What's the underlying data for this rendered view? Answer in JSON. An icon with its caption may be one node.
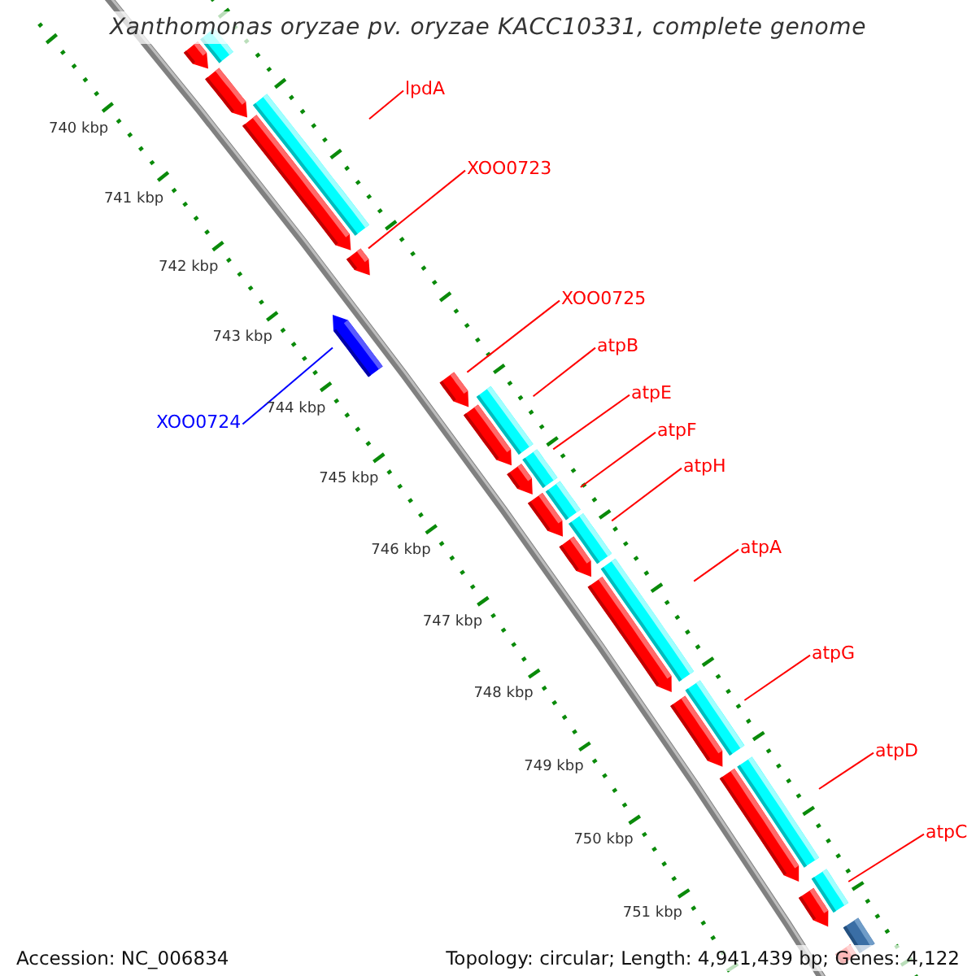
{
  "diagram": {
    "title": "Xanthomonas oryzae pv. oryzae KACC10331, complete genome",
    "nodes": [
      {
        "text": [
          "lpdA"
        ]
      },
      {
        "text": [
          "XOO0723"
        ]
      },
      {
        "text": [
          "XOO0725"
        ]
      },
      {
        "text": [
          "atpB"
        ]
      },
      {
        "text": [
          "atpE"
        ]
      },
      {
        "text": [
          "XOO0724"
        ]
      },
      {
        "text": [
          "atpF"
        ]
      },
      {
        "text": [
          "atpH"
        ]
      },
      {
        "text": [
          "atpA"
        ]
      },
      {
        "text": [
          "atpG"
        ]
      },
      {
        "text": [
          "atpD"
        ]
      },
      {
        "text": [
          "atpC"
        ]
      },
      {
        "text": [],
        "shape": "bar"
      },
      {
        "text": [],
        "shape": "bar"
      },
      {
        "text": [],
        "shape": "bar"
      },
      {
        "text": [],
        "shape": "bar"
      },
      {
        "text": [],
        "shape": "bar"
      },
      {
        "text": [],
        "shape": "bar"
      },
      {
        "text": [],
        "shape": "bar"
      },
      {
        "text": [],
        "shape": "bar"
      },
      {
        "text": [],
        "shape": "bar"
      },
      {
        "text": [],
        "shape": "bar"
      },
      {
        "text": [],
        "shape": "bar"
      },
      {
        "text": [],
        "shape": "bar"
      },
      {
        "text": [],
        "shape": "bar"
      },
      {
        "text": [],
        "shape": "bar"
      },
      {
        "text": [],
        "shape": "bar"
      }
    ],
    "edges": [
      {
        "from": 0,
        "to": 14,
        "arrow": "none"
      },
      {
        "from": 1,
        "to": 15,
        "arrow": "none"
      },
      {
        "from": 2,
        "to": 17,
        "arrow": "none"
      },
      {
        "from": 3,
        "to": 18,
        "arrow": "none"
      },
      {
        "from": 4,
        "to": 19,
        "arrow": "none"
      },
      {
        "from": 5,
        "to": 16,
        "arrow": "none",
        "color": "#0000ff"
      },
      {
        "from": 6,
        "to": 20,
        "arrow": "none"
      },
      {
        "from": 7,
        "to": 21,
        "arrow": "none"
      },
      {
        "from": 8,
        "to": 22,
        "arrow": "none"
      },
      {
        "from": 9,
        "to": 23,
        "arrow": "none"
      },
      {
        "from": 10,
        "to": 24,
        "arrow": "none"
      },
      {
        "from": 11,
        "to": 25,
        "arrow": "none"
      }
    ],
    "labels": [
      "740 kbp",
      "741 kbp",
      "742 kbp",
      "743 kbp",
      "744 kbp",
      "745 kbp",
      "746 kbp",
      "747 kbp",
      "748 kbp",
      "749 kbp",
      "750 kbp",
      "751 kbp",
      "Accession: NC_006834",
      "Topology: circular; Length: 4,941,439 bp; Genes: 4,122"
    ]
  }
}
